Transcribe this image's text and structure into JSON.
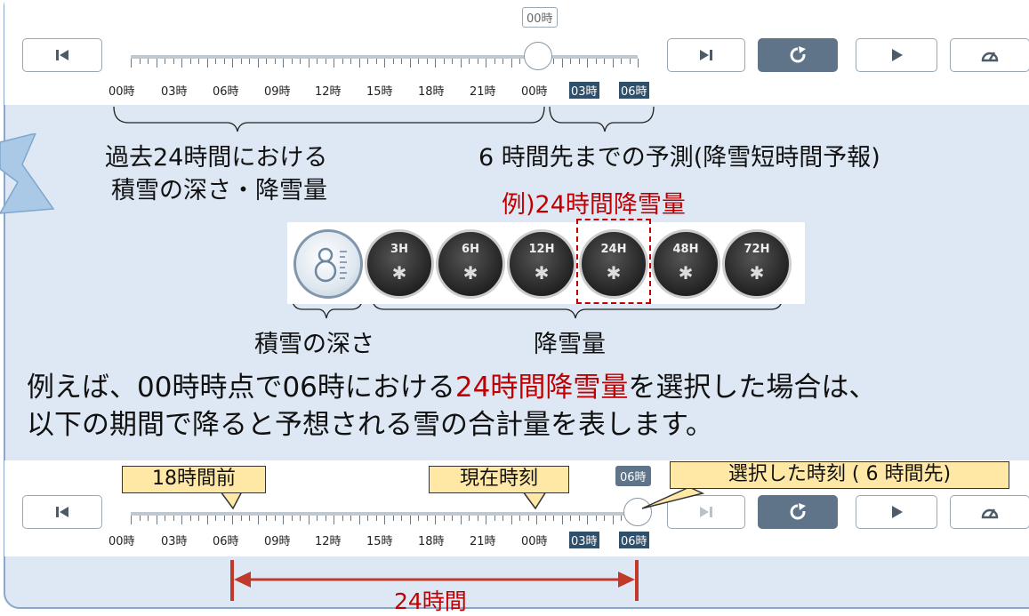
{
  "slider_top": {
    "tick_labels": [
      "00時",
      "03時",
      "06時",
      "09時",
      "12時",
      "15時",
      "18時",
      "21時",
      "00時",
      "03時",
      "06時"
    ],
    "current_tag": "00時"
  },
  "slider_bottom": {
    "tick_labels": [
      "00時",
      "03時",
      "06時",
      "09時",
      "12時",
      "15時",
      "18時",
      "21時",
      "00時",
      "03時",
      "06時"
    ],
    "current_tag": "06時"
  },
  "labels": {
    "past_line1": "過去24時間における",
    "past_line2": "積雪の深さ・降雪量",
    "forecast": "6 時間先までの予測(降雪短時間予報)",
    "example_title": "例)24時間降雪量",
    "snow_depth": "積雪の深さ",
    "snowfall": "降雪量",
    "desc_pre": "例えば、00時時点で06時における",
    "desc_red": "24時間降雪量",
    "desc_post": "を選択した場合は、",
    "desc_line2": "以下の期間で降ると予想される雪の合計量を表します。",
    "callout_18h": "18時間前",
    "callout_now": "現在時刻",
    "callout_selected": "選択した時刻 ( 6 時間先)",
    "span_label": "24時間"
  },
  "icons": [
    {
      "id": "snow-depth",
      "text": ""
    },
    {
      "id": "3h",
      "text": "3H"
    },
    {
      "id": "6h",
      "text": "6H"
    },
    {
      "id": "12h",
      "text": "12H"
    },
    {
      "id": "24h",
      "text": "24H"
    },
    {
      "id": "48h",
      "text": "48H"
    },
    {
      "id": "72h",
      "text": "72H"
    }
  ],
  "colors": {
    "accent_red": "#c00000",
    "button_dark": "#5f7488",
    "highlight_label": "#2f4f6b",
    "panel_bg": "#dde8f4",
    "callout_bg": "#ffe8a6"
  }
}
